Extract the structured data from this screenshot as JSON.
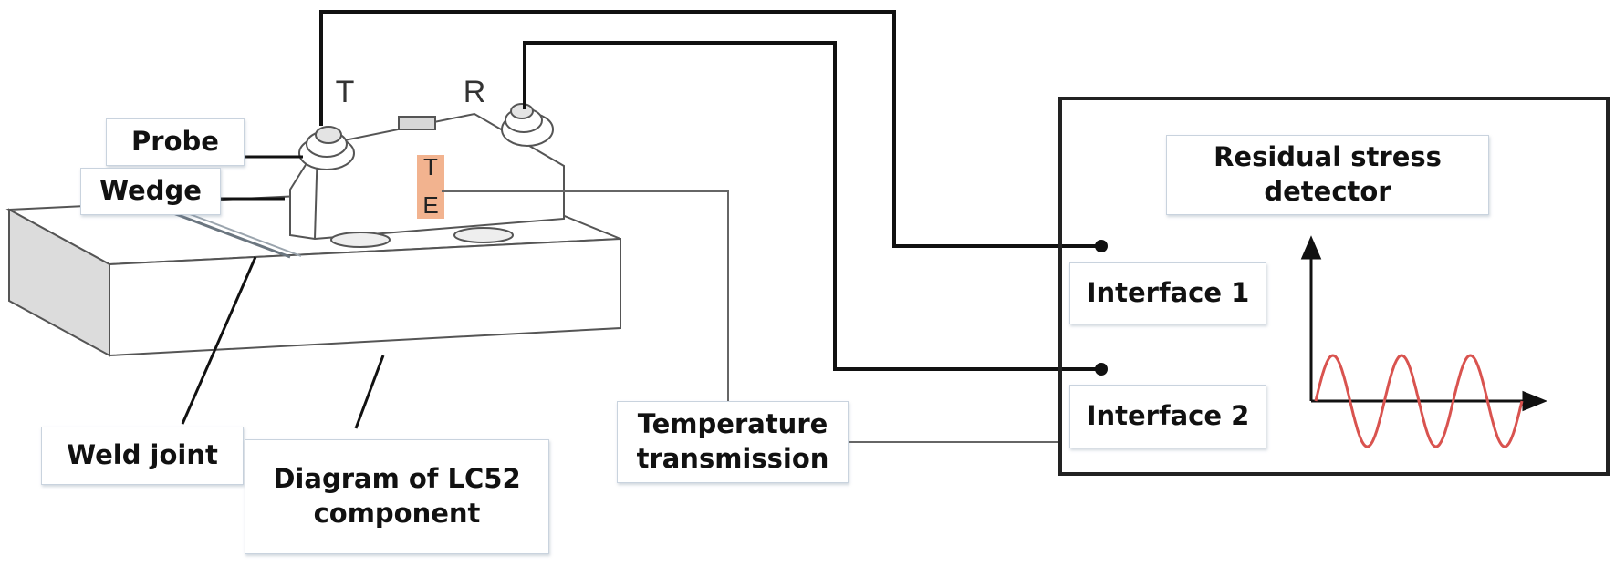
{
  "labels": {
    "probe": "Probe",
    "wedge": "Wedge",
    "weld_joint": "Weld joint",
    "lc52": "Diagram of LC52\ncomponent",
    "temperature": "Temperature\ntransmission",
    "detector": "Residual stress\ndetector",
    "interface1": "Interface 1",
    "interface2": "Interface 2"
  },
  "probe_marks": {
    "transmitter": "T",
    "receiver": "R"
  },
  "sensor_marks": {
    "top": "T",
    "bottom": "E"
  },
  "colors": {
    "line": "#111111",
    "sine_wave": "#d9534f",
    "sensor_fill": "#f2b38f",
    "component_side": "#dcdcdc"
  }
}
